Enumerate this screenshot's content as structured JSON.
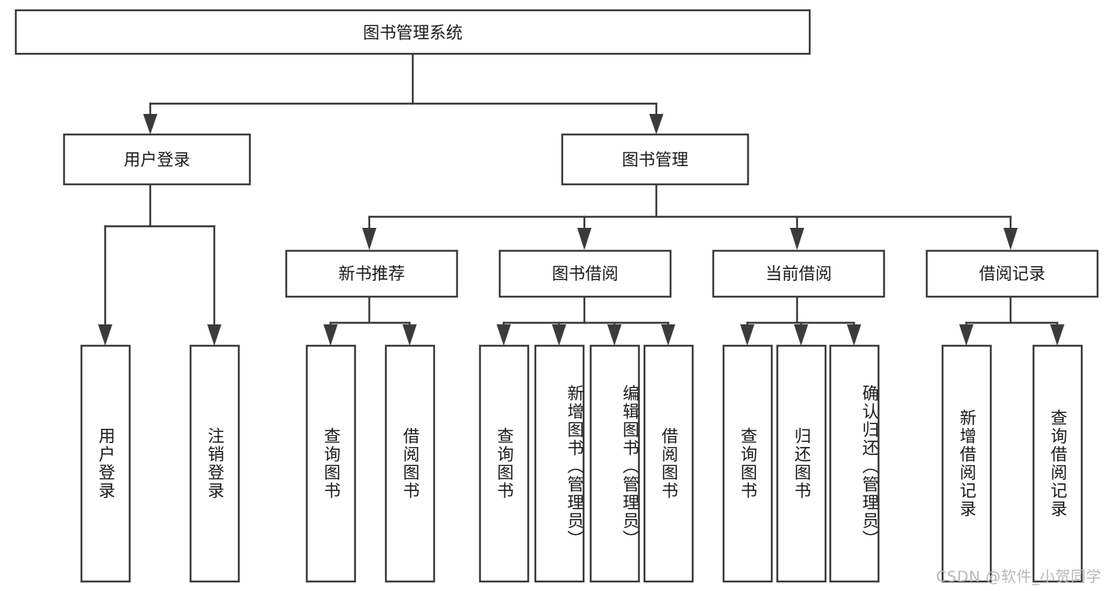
{
  "diagram": {
    "type": "tree-hierarchy",
    "title": "图书管理系统",
    "root": {
      "id": "root",
      "label": "图书管理系统",
      "orientation": "horizontal"
    },
    "level2": [
      {
        "id": "user-login",
        "label": "用户登录",
        "orientation": "horizontal"
      },
      {
        "id": "book-management",
        "label": "图书管理",
        "orientation": "horizontal"
      }
    ],
    "level3": [
      {
        "id": "new-book-recommend",
        "label": "新书推荐",
        "orientation": "horizontal",
        "parent": "book-management"
      },
      {
        "id": "book-borrow",
        "label": "图书借阅",
        "orientation": "horizontal",
        "parent": "book-management"
      },
      {
        "id": "current-borrow",
        "label": "当前借阅",
        "orientation": "horizontal",
        "parent": "book-management"
      },
      {
        "id": "borrow-record",
        "label": "借阅记录",
        "orientation": "horizontal",
        "parent": "book-management"
      }
    ],
    "leaves": [
      {
        "id": "leaf-user-login",
        "label": "用户登录",
        "parent": "user-login",
        "orientation": "vertical"
      },
      {
        "id": "leaf-logout-login",
        "label": "注销登录",
        "parent": "user-login",
        "orientation": "vertical"
      },
      {
        "id": "leaf-query-book-1",
        "label": "查询图书",
        "parent": "new-book-recommend",
        "orientation": "vertical"
      },
      {
        "id": "leaf-borrow-book-1",
        "label": "借阅图书",
        "parent": "new-book-recommend",
        "orientation": "vertical"
      },
      {
        "id": "leaf-query-book-2",
        "label": "查询图书",
        "parent": "book-borrow",
        "orientation": "vertical"
      },
      {
        "id": "leaf-add-book",
        "label": "新增图书（管理员）",
        "parent": "book-borrow",
        "orientation": "vertical"
      },
      {
        "id": "leaf-edit-book",
        "label": "编辑图书（管理员）",
        "parent": "book-borrow",
        "orientation": "vertical"
      },
      {
        "id": "leaf-borrow-book-2",
        "label": "借阅图书",
        "parent": "book-borrow",
        "orientation": "vertical"
      },
      {
        "id": "leaf-query-book-3",
        "label": "查询图书",
        "parent": "current-borrow",
        "orientation": "vertical"
      },
      {
        "id": "leaf-return-book",
        "label": "归还图书",
        "parent": "current-borrow",
        "orientation": "vertical"
      },
      {
        "id": "leaf-confirm-return",
        "label": "确认归还（管理员）",
        "parent": "current-borrow",
        "orientation": "vertical"
      },
      {
        "id": "leaf-add-record",
        "label": "新增借阅记录",
        "parent": "borrow-record",
        "orientation": "vertical"
      },
      {
        "id": "leaf-query-record",
        "label": "查询借阅记录",
        "parent": "borrow-record",
        "orientation": "vertical"
      }
    ]
  },
  "watermark": {
    "text": "CSDN @软件_小贺同学"
  },
  "colors": {
    "box_stroke": "#3b3b3b",
    "box_fill": "#ffffff",
    "text": "#1a1a1a",
    "background": "#ffffff",
    "watermark": "#b9b9b9"
  }
}
